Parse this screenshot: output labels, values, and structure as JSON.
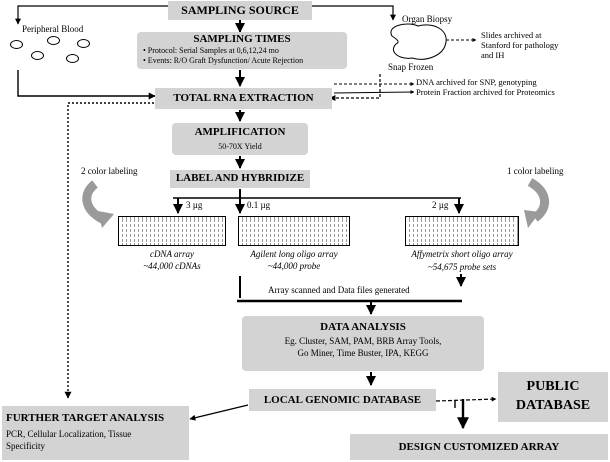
{
  "sampling_source": "SAMPLING SOURCE",
  "peripheral_blood": "Peripheral Blood",
  "organ_biopsy": "Organ Biopsy",
  "snap_frozen": "Snap Frozen",
  "slides_archive": [
    "Slides archived at",
    "Stanford for pathology",
    "and IH"
  ],
  "sampling_times": {
    "title": "SAMPLING TIMES",
    "protocol": "• Protocol: Serial Samples at  0,6,12,24 mo",
    "events": "• Events: R/O Graft Dysfunction/ Acute Rejection"
  },
  "dna_archive": "DNA archived for SNP, genotyping",
  "protein_archive": "Protein Fraction archived for Proteomics",
  "total_rna": "TOTAL RNA EXTRACTION",
  "amplification": {
    "title": "AMPLIFICATION",
    "yield": "50-70X Yield"
  },
  "label_hybridize": "LABEL AND HYBRIDIZE",
  "two_color": "2 color labeling",
  "one_color": "1 color labeling",
  "arrays": [
    {
      "amount": "3 µg",
      "name": "cDNA array",
      "detail": "~44,000 cDNAs"
    },
    {
      "amount": "0.1 µg",
      "name": "Agilent long oligo array",
      "detail": "~44,000 probe"
    },
    {
      "amount": "2 µg",
      "name": "Affymetrix short oligo array",
      "detail": "~54,675 probe sets"
    }
  ],
  "array_scanned": "Array scanned and Data files generated",
  "data_analysis": {
    "title": "DATA ANALYSIS",
    "line1": "Eg. Cluster, SAM, PAM, BRB Array Tools,",
    "line2": "Go Miner, Time Buster, IPA, KEGG"
  },
  "local_db": "LOCAL GENOMIC DATABASE",
  "public_db": [
    "PUBLIC",
    "DATABASE"
  ],
  "further": {
    "title": "FURTHER TARGET ANALYSIS",
    "line1": "PCR, Cellular Localization, Tissue",
    "line2": "Specificity"
  },
  "design_array": "DESIGN CUSTOMIZED ARRAY"
}
